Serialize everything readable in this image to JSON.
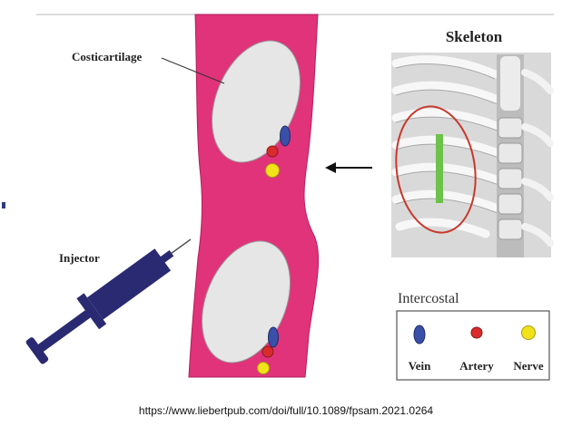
{
  "labels": {
    "costicartilage": "Costicartilage",
    "skeleton": "Skeleton",
    "injector": "Injector",
    "intercostal": "Intercostal"
  },
  "legend": {
    "items": [
      {
        "label": "Vein",
        "color": "#3a4fa8"
      },
      {
        "label": "Artery",
        "color": "#d92b2b"
      },
      {
        "label": "Nerve",
        "color": "#f2e21a"
      }
    ]
  },
  "source_url": "https://www.liebertpub.com/doi/full/10.1089/fpsam.2021.0264",
  "colors": {
    "cartilage_pink": "#e0337a",
    "cartilage_inner": "#e6e6e6",
    "injector_navy": "#2a2a72",
    "marker_green": "#6cc24a",
    "highlight_red": "#c8382c"
  }
}
